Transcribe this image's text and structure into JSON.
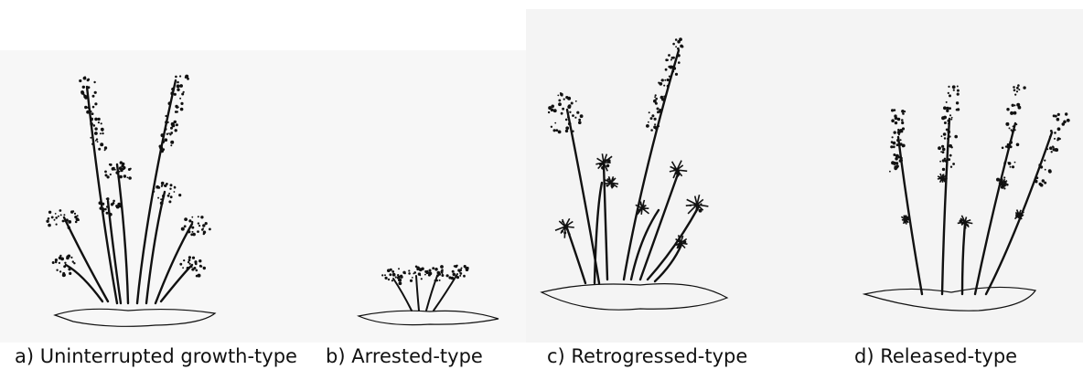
{
  "captions": {
    "a": "a) Uninterrupted growth-type",
    "b": "b) Arrested-type",
    "c": "c) Retrogressed-type",
    "d": "d) Released-type"
  },
  "colors": {
    "ink": "#111111",
    "background": "#ffffff",
    "panel_tint": "#f6f6f6"
  }
}
